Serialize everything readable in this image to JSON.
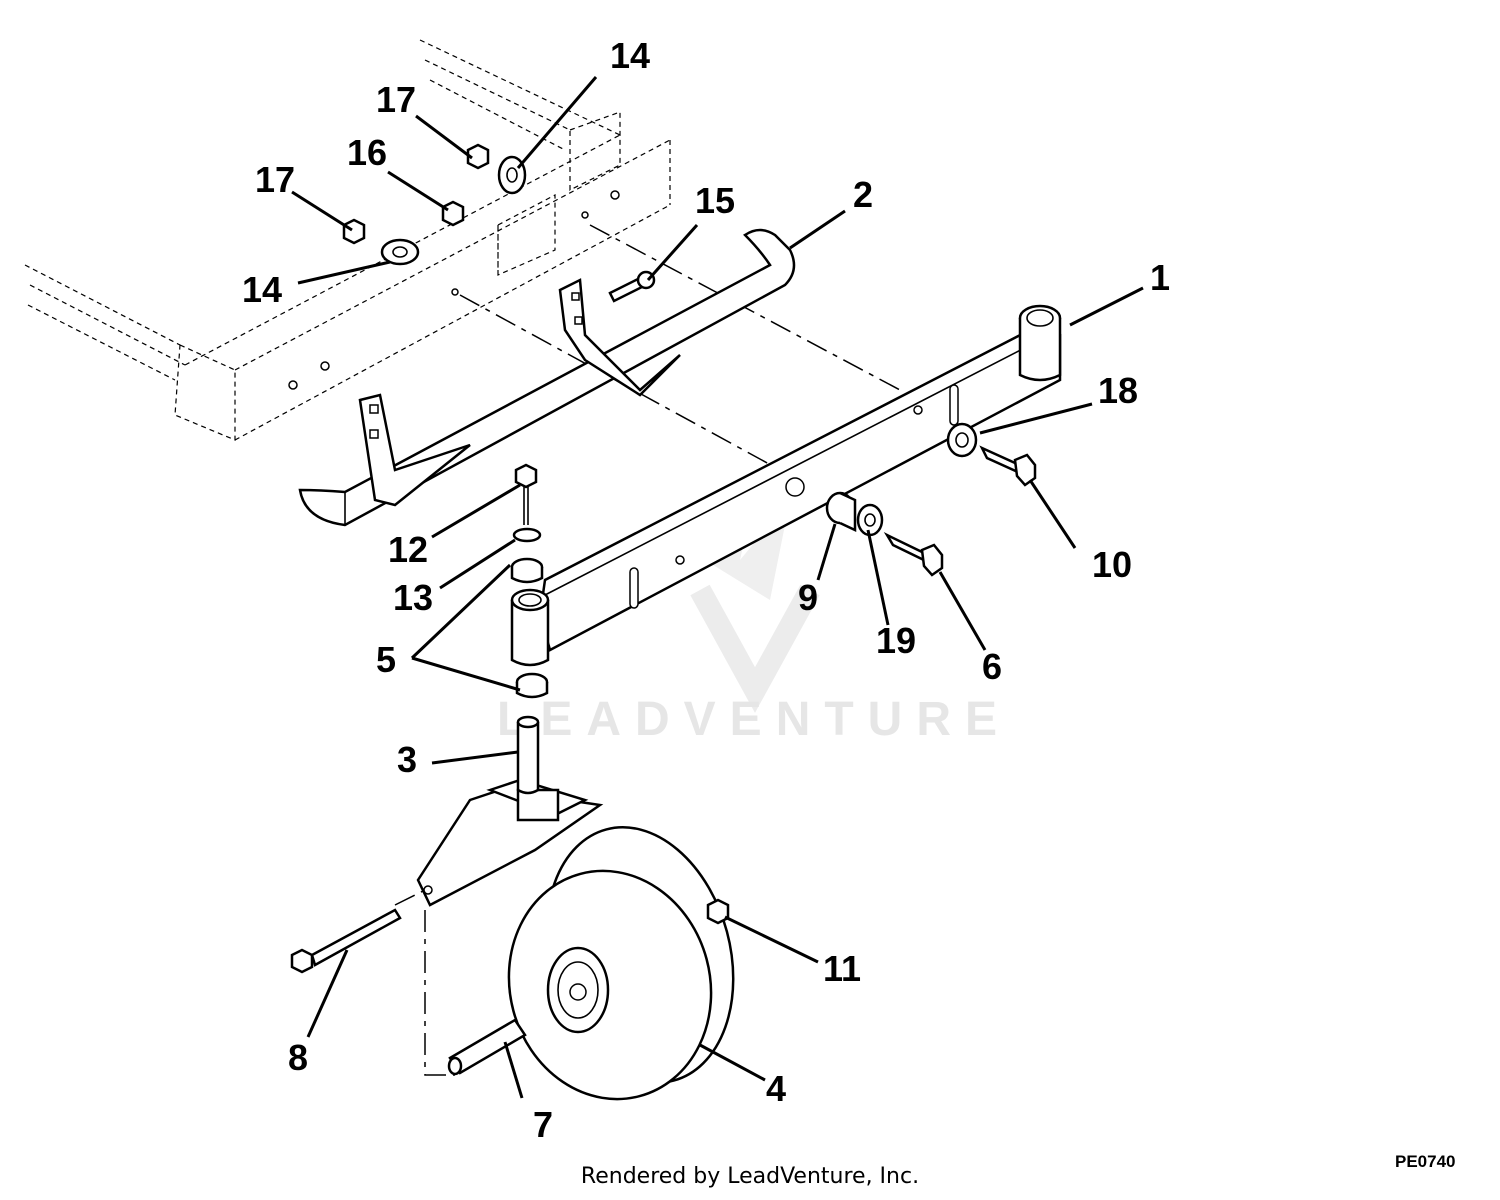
{
  "diagram": {
    "callouts": {
      "c14a": "14",
      "c17a": "17",
      "c16": "16",
      "c17b": "17",
      "c14b": "14",
      "c15": "15",
      "c2": "2",
      "c1": "1",
      "c18": "18",
      "c12": "12",
      "c13": "13",
      "c5": "5",
      "c10": "10",
      "c9": "9",
      "c19": "19",
      "c6": "6",
      "c3": "3",
      "c11": "11",
      "c8": "8",
      "c4": "4",
      "c7": "7"
    },
    "watermark": "LEADVENTURE",
    "drawing_code": "PE0740"
  },
  "footer": {
    "text": "Rendered by LeadVenture, Inc."
  }
}
